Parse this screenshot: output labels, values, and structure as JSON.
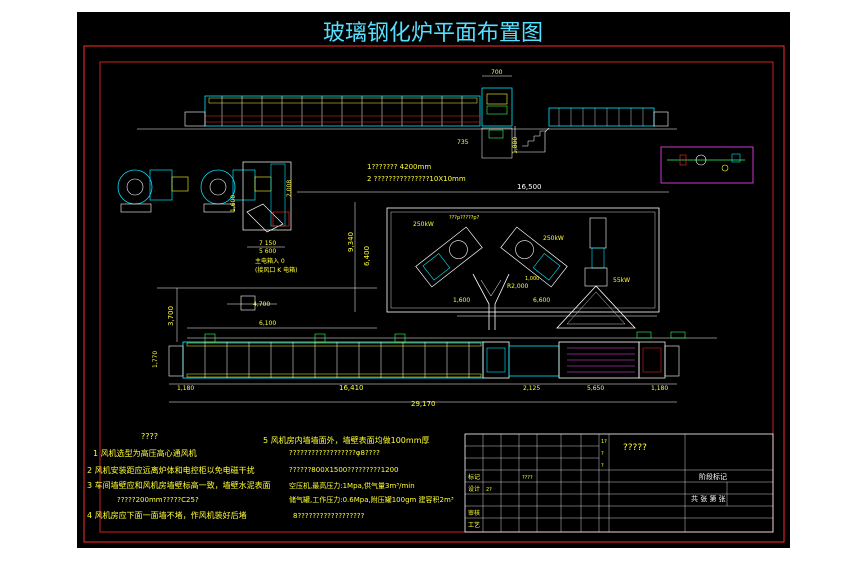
{
  "title": "玻璃钢化炉平面布置图",
  "colors": {
    "background": "#000000",
    "border": "#ff2a2a",
    "primary_line": "#ffffff",
    "equipment": "#00e5ff",
    "text": "#ffff33",
    "accent_green": "#33ff66",
    "accent_magenta": "#ff44ff"
  },
  "spec_notes": {
    "line1": "1??????? 4200mm",
    "line2": "2 ???????????????10X10mm"
  },
  "top_view": {
    "dim_top": "700",
    "dim_left": "735",
    "dim_right": "1,880"
  },
  "blower": {
    "label_1": "主电箱入 0",
    "label_2": "(接风口 K 电箱)",
    "dim_1": "7 150",
    "dim_2": "5 600",
    "dim_v1": "1,600",
    "dim_v2": "2,008"
  },
  "room": {
    "dim_width": "16,500",
    "dim_height_1": "9,340",
    "dim_height_2": "6,400",
    "motor_left": "250kW",
    "motor_right": "250kW",
    "motor_far": "55kW",
    "dim_arc": "R2,000",
    "dim_a": "6,600",
    "dim_b": "1,600",
    "dim_small": "1,000",
    "duct_label": "???p?????p?"
  },
  "plan": {
    "dim_left_height": "3,700",
    "dim_6100": "6,100",
    "dim_4700": "4,700",
    "dim_left_bar": "1,770",
    "dim_1180_left": "1,180",
    "dim_16410": "16,410",
    "dim_2125": "2,125",
    "dim_5650": "5,650",
    "dim_1180_right": "1,180",
    "dim_total": "29,170"
  },
  "notes": {
    "header": "????",
    "n1": "1 风机选型为高压高心通风机",
    "n2": "2 风机安装距应远离炉体和电控柜以免电磁干扰",
    "n3": "3 车间墙壁应和风机房墙壁标高一致，墙壁水泥表面",
    "n3b": "?????200mm?????C25?",
    "n4": "4 风机房应下面一面墙不堵，作风机装好后堵",
    "n5": "5 风机房内墙墙面外，墙壁表面均做100mm厚",
    "n6": "??????800X1500?????????1200",
    "n7": "??????????????????φ8????",
    "n8": "空压机,最高压力:1Mpa,供气量3m³/min",
    "n9": "储气罐,工作压力:0.6Mpa,附压罐100gm 建容积2m³",
    "n10": "8??????????????????"
  },
  "title_block": {
    "project": "?????",
    "row_labels": [
      "标记",
      "设计",
      "审核",
      "工艺"
    ],
    "cell_a": "????",
    "cell_b": "2?",
    "cell_c": "1?",
    "cell_d": "?",
    "cell_e": "?",
    "part_name": "阶段标记",
    "sheet_label": "共 张 第 张"
  }
}
